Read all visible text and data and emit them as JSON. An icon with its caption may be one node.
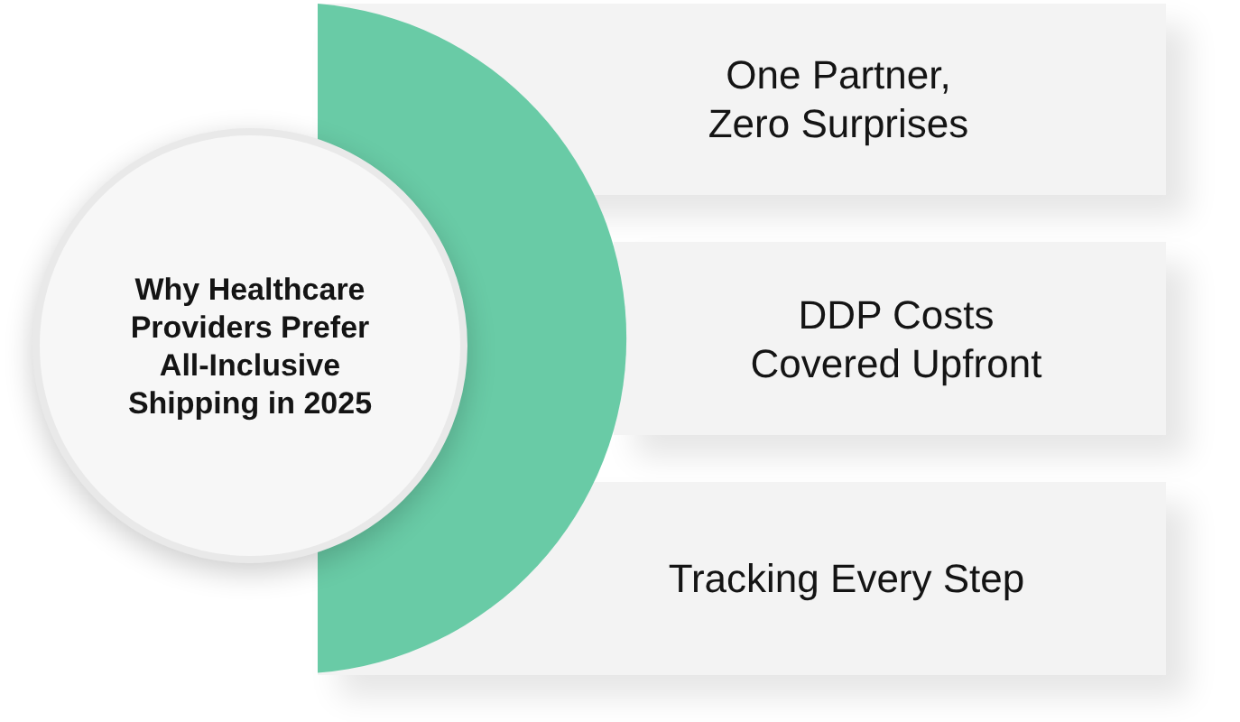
{
  "diagram": {
    "nodes": [
      {
        "text": [
          "Why Healthcare Providers Prefer All-Inclusive Shipping in 2025"
        ]
      },
      {
        "text": [
          "One Partner, Zero Surprises"
        ]
      },
      {
        "text": [
          "DDP Costs Covered Upfront"
        ]
      },
      {
        "text": [
          "Tracking Every Step"
        ]
      }
    ]
  }
}
